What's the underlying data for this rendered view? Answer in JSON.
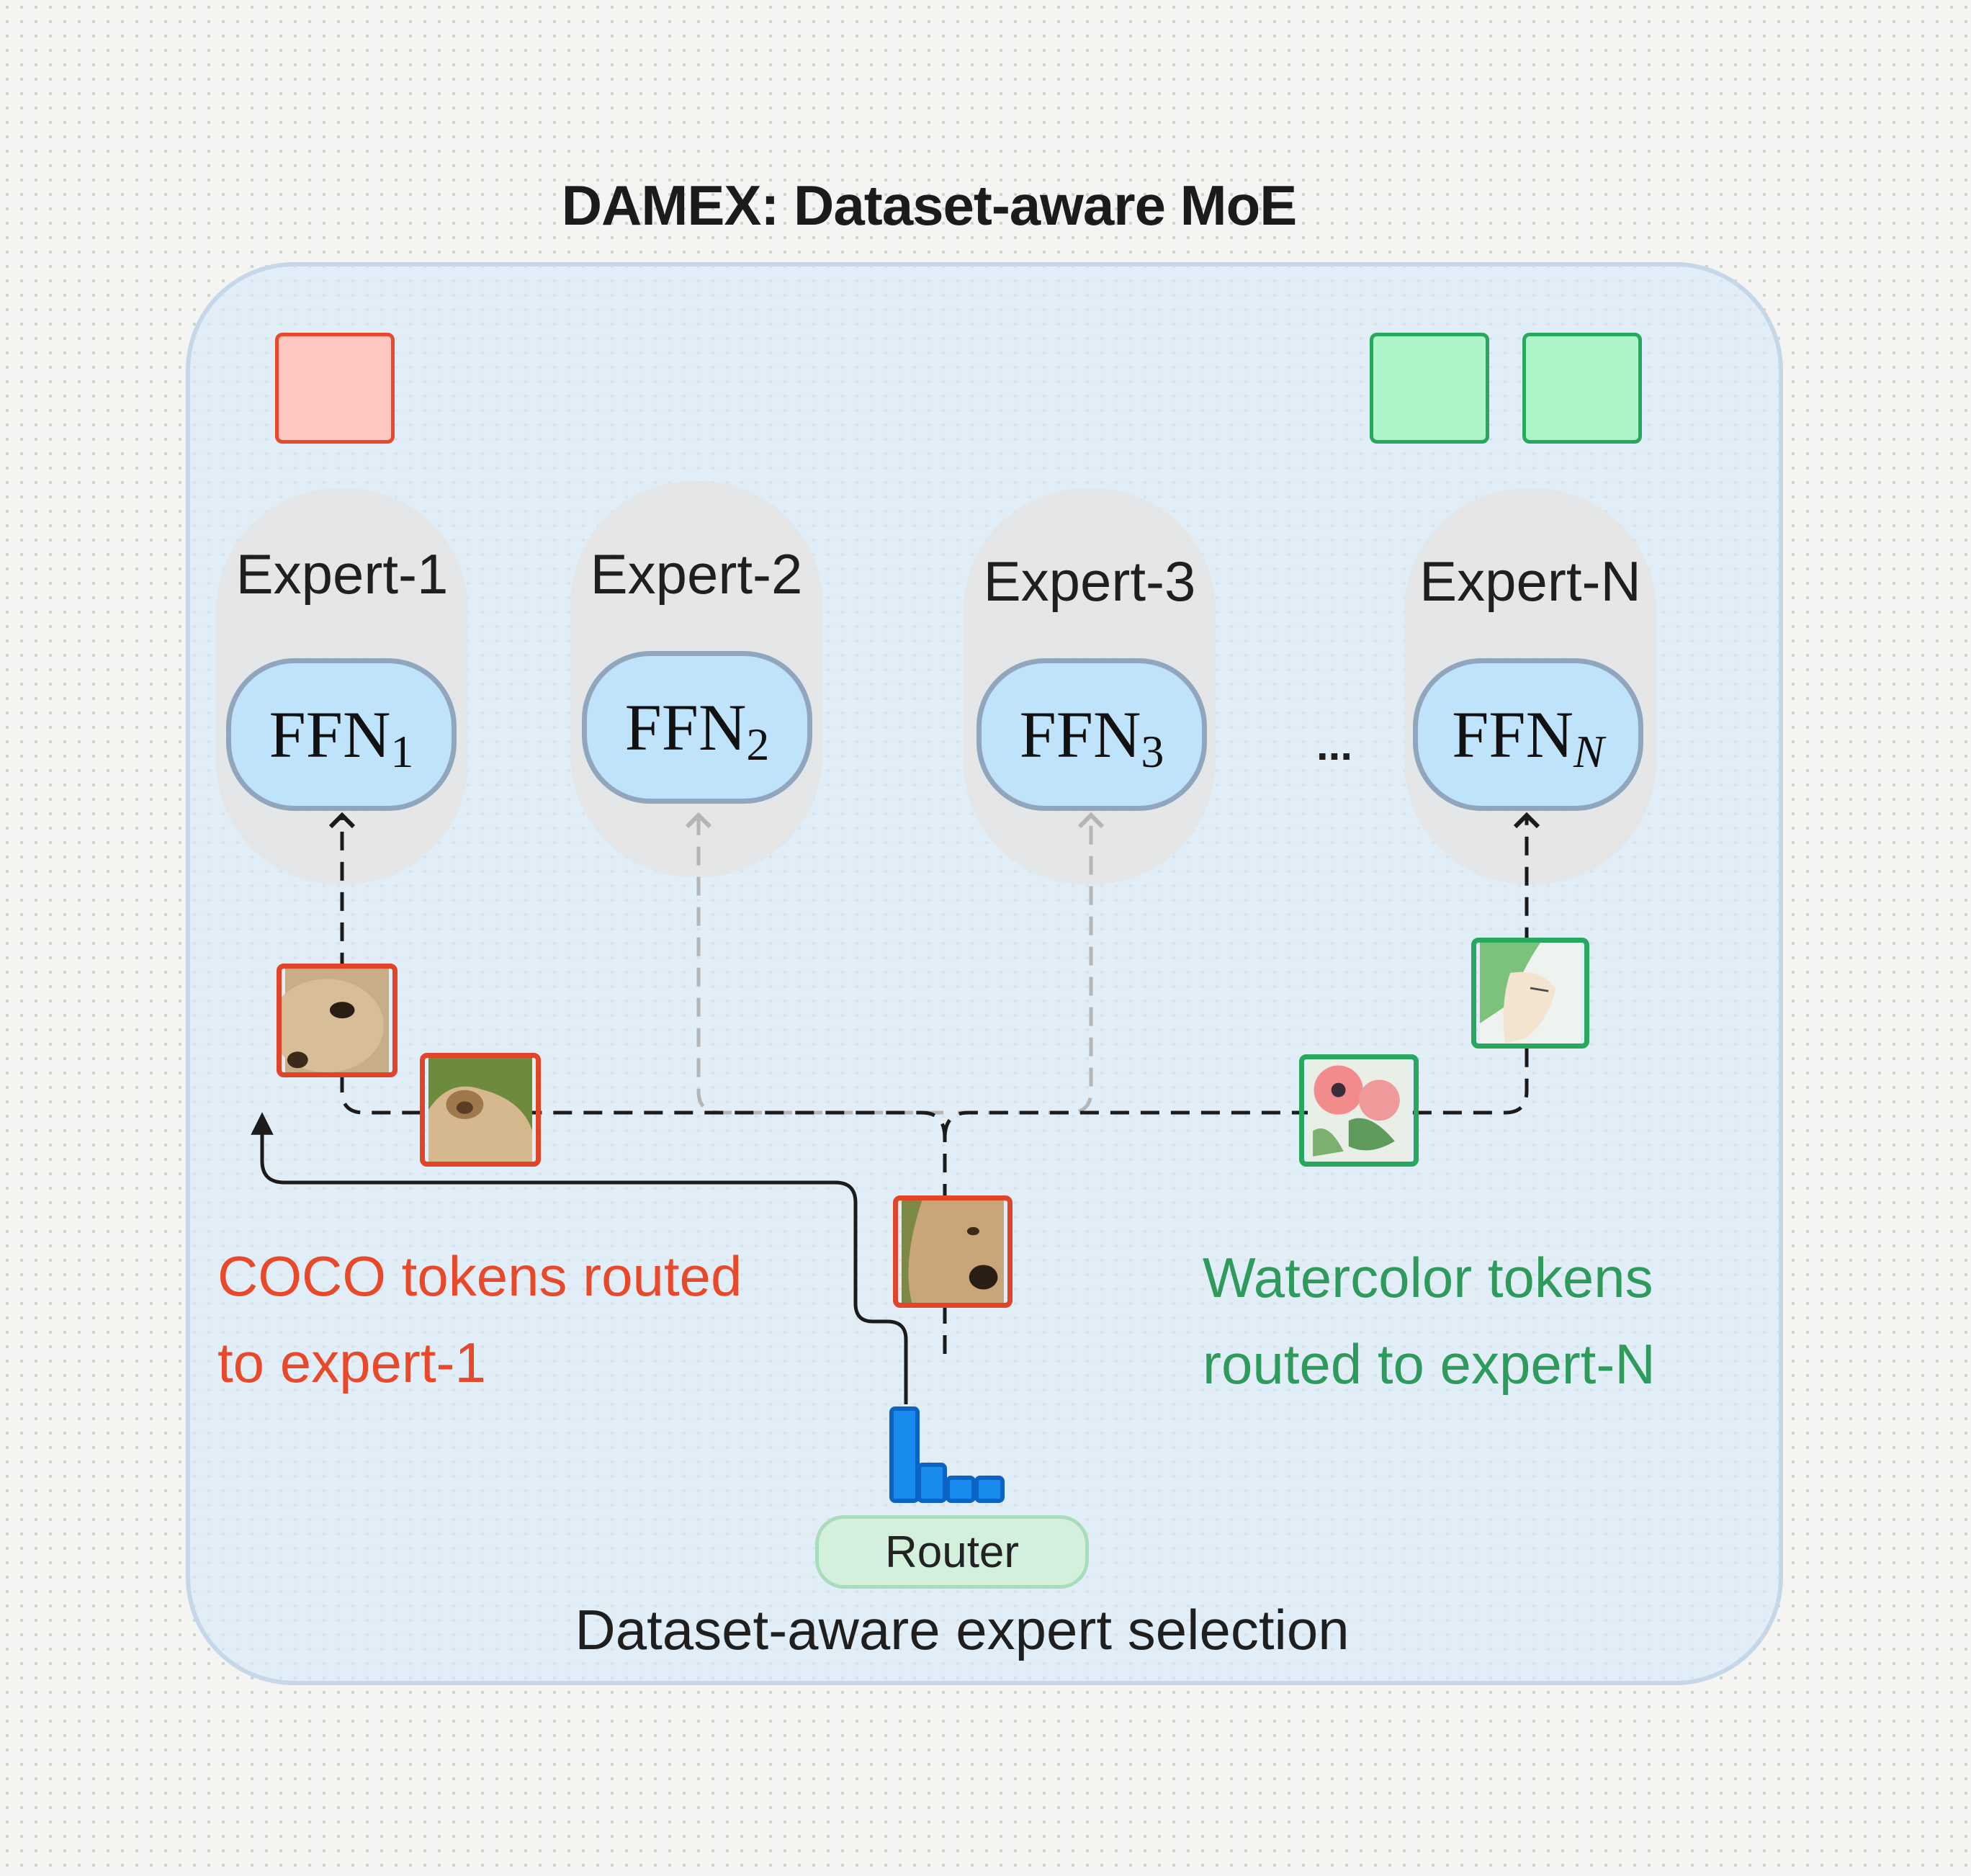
{
  "title": "DAMEX: Dataset-aware MoE",
  "experts": [
    {
      "label": "Expert-1",
      "ffn_base": "FFN",
      "ffn_sub": "1",
      "route": "active"
    },
    {
      "label": "Expert-2",
      "ffn_base": "FFN",
      "ffn_sub": "2",
      "route": "inactive"
    },
    {
      "label": "Expert-3",
      "ffn_base": "FFN",
      "ffn_sub": "3",
      "route": "inactive"
    },
    {
      "label": "Expert-N",
      "ffn_base": "FFN",
      "ffn_sub": "N",
      "route": "active"
    }
  ],
  "ellipsis": "...",
  "captions": {
    "coco_line1": "COCO tokens routed",
    "coco_line2": "to expert-1",
    "watercolor_line1": "Watercolor tokens",
    "watercolor_line2": "routed to expert-N"
  },
  "router_label": "Router",
  "footer": "Dataset-aware expert selection",
  "colors": {
    "coco": "#e8492a",
    "watercolor": "#27a85e",
    "router_bars": "#1a8cf0",
    "ffn_fill": "#bfe3fb",
    "panel": "#dceaf6"
  },
  "icons": {
    "router": "bar-chart-icon",
    "token_images": [
      "bear-face-patch",
      "bear-ear-patch",
      "bear-nose-patch",
      "watercolor-flower-patch",
      "watercolor-face-patch"
    ]
  }
}
